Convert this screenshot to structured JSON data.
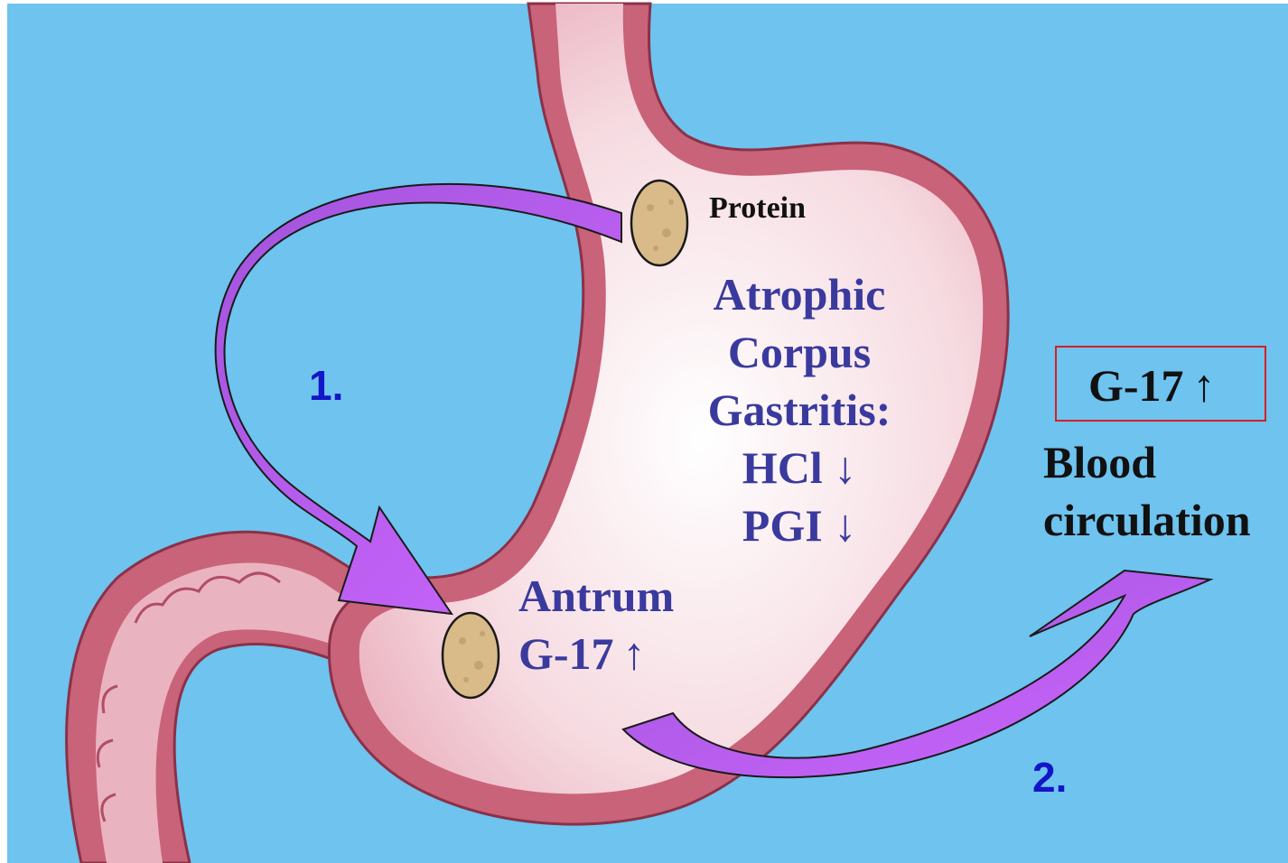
{
  "labels": {
    "protein": "Protein",
    "atrophic_lines": [
      "Atrophic",
      "Corpus",
      "Gastritis:",
      "HCl ↓",
      "PGI ↓"
    ],
    "antrum_line1": "Antrum",
    "antrum_line2": "G-17 ↑",
    "step1": "1.",
    "step2": "2.",
    "g17_box": "G-17 ↑",
    "blood_line1": "Blood",
    "blood_line2": "circulation"
  },
  "colors": {
    "background": "#6ec3ef",
    "stomach_wall": "#c9637a",
    "stomach_outline": "#8a3148",
    "stomach_inner": "#f7d6dd",
    "arrow_fill": "#b15ee6",
    "arrow_outline": "#1a1a1a",
    "protein_ball": "#d9bb8a",
    "label_blue": "#3a3a9e",
    "step_blue": "#1414c8",
    "box_border": "#d62020"
  },
  "icons": [
    "protein-ball-icon",
    "arrow-1-icon",
    "arrow-2-icon"
  ]
}
